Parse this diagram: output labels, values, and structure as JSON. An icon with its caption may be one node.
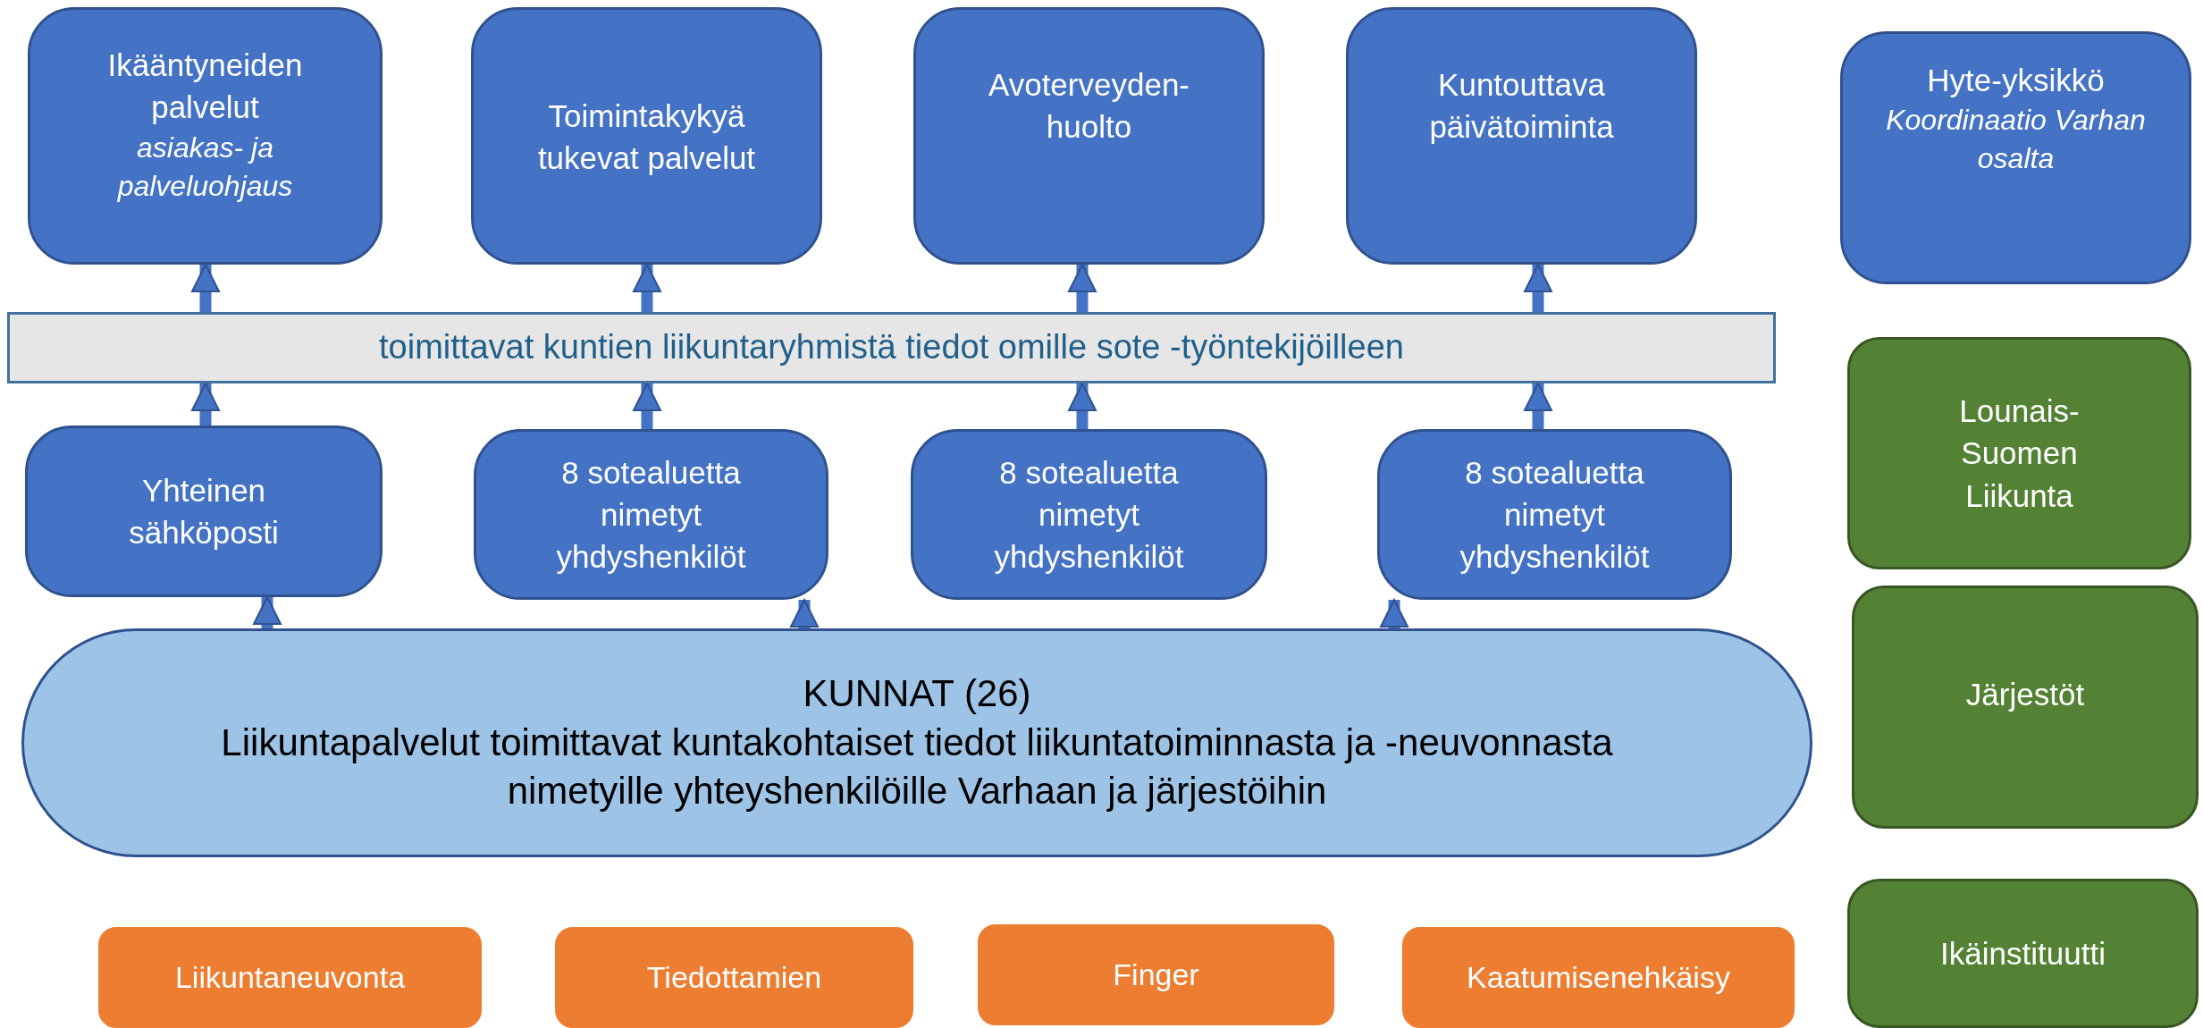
{
  "diagram": {
    "nodes": [
      {
        "text": [
          "Ikääntyneiden palvelut",
          "asiakas- ja palveluohjaus"
        ]
      },
      {
        "text": [
          "Toimintakykyä tukevat palvelut"
        ]
      },
      {
        "text": [
          "Avoterveyden-huolto"
        ]
      },
      {
        "text": [
          "Kuntouttava päivätoiminta"
        ]
      },
      {
        "text": [
          "Hyte-yksikkö",
          "Koordinaatio Varhan osalta"
        ]
      },
      {
        "text": [
          "toimittavat kuntien liikuntaryhmistä tiedot omille sote -työntekijöilleen"
        ]
      },
      {
        "text": [
          "Yhteinen sähköposti"
        ]
      },
      {
        "text": [
          "8 sotealuetta nimetyt yhdyshenkilöt"
        ]
      },
      {
        "text": [
          "8 sotealuetta nimetyt yhdyshenkilöt"
        ]
      },
      {
        "text": [
          "8 sotealuetta nimetyt yhdyshenkilöt"
        ]
      },
      {
        "text": [
          "Lounais-Suomen Liikunta"
        ]
      },
      {
        "text": [
          "KUNNAT (26)",
          "Liikuntapalvelut toimittavat kuntakohtaiset tiedot liikuntatoiminnasta ja -neuvonnasta nimetyille yhteyshenkilöille Varhaan ja järjestöihin"
        ]
      },
      {
        "text": [
          "Järjestöt"
        ]
      },
      {
        "text": [
          "Liikuntaneuvonta"
        ]
      },
      {
        "text": [
          "Tiedottamien"
        ]
      },
      {
        "text": [
          "Finger"
        ]
      },
      {
        "text": [
          "Kaatumisenehkäisy"
        ]
      },
      {
        "text": [
          "Ikäinstituutti"
        ]
      }
    ],
    "edges": [
      {
        "from": 5,
        "to": 0,
        "arrow": "to"
      },
      {
        "from": 6,
        "to": 5,
        "arrow": "to"
      },
      {
        "from": 7,
        "to": 5,
        "arrow": "to"
      },
      {
        "from": 5,
        "to": 1,
        "arrow": "to"
      },
      {
        "from": 8,
        "to": 5,
        "arrow": "to"
      },
      {
        "from": 5,
        "to": 2,
        "arrow": "to"
      },
      {
        "from": 9,
        "to": 5,
        "arrow": "to"
      },
      {
        "from": 5,
        "to": 3,
        "arrow": "to"
      },
      {
        "from": 11,
        "to": 6,
        "arrow": "to"
      },
      {
        "from": 11,
        "to": 7,
        "arrow": "to"
      },
      {
        "from": 11,
        "to": 9,
        "arrow": "to"
      }
    ]
  }
}
